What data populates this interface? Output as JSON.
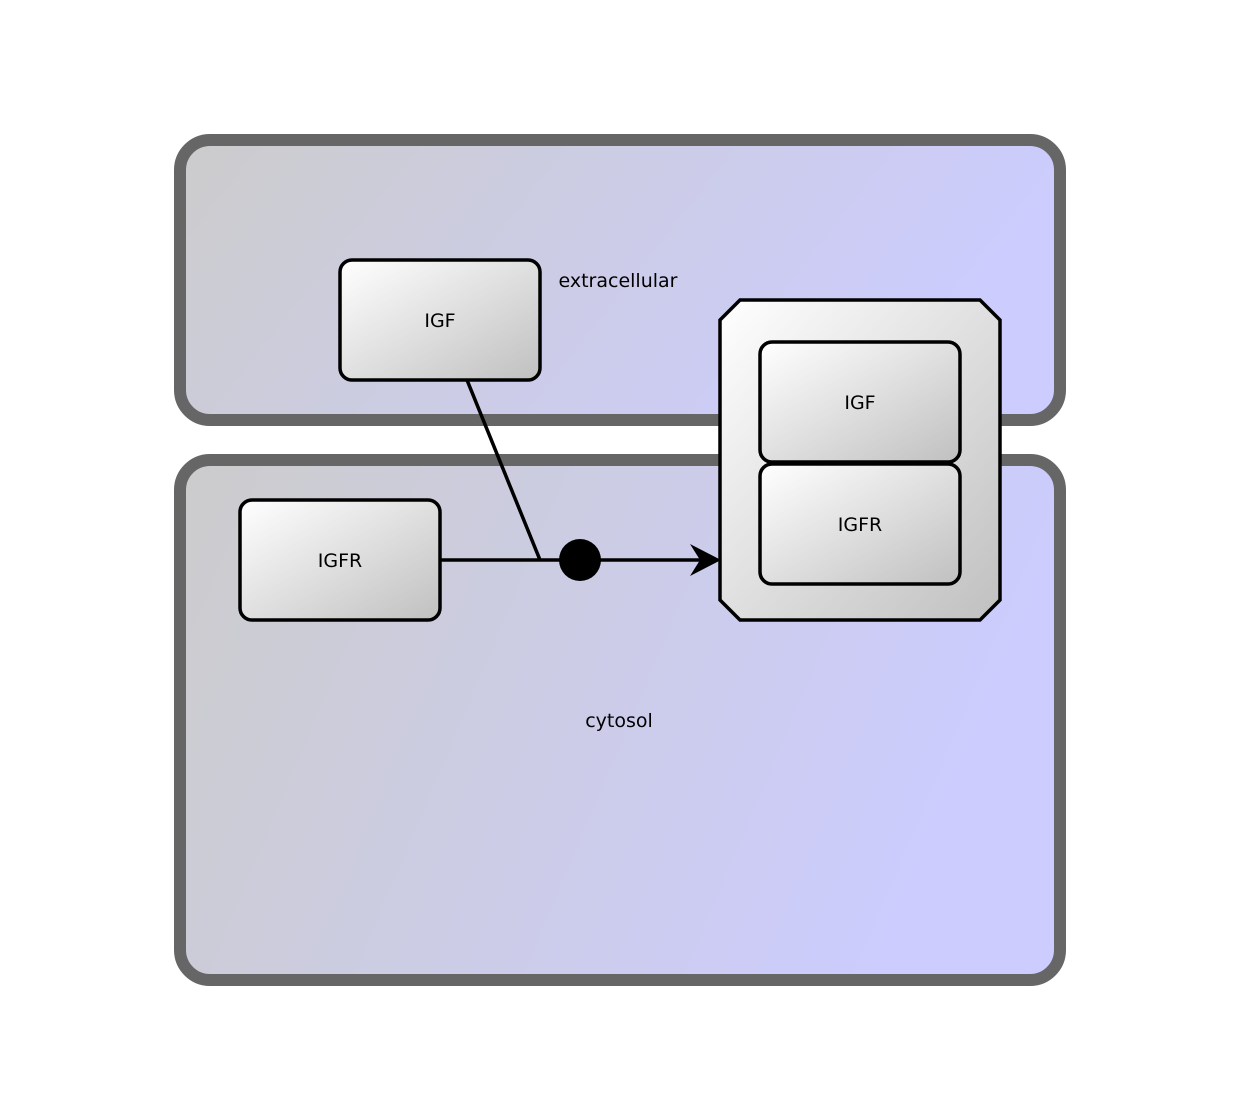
{
  "diagram": {
    "type": "SBGN process description",
    "compartments": [
      {
        "id": "extracellular",
        "label": "extracellular"
      },
      {
        "id": "cytosol",
        "label": "cytosol"
      }
    ],
    "nodes": {
      "igf": {
        "label": "IGF",
        "class": "macromolecule",
        "compartment": "extracellular"
      },
      "igfr": {
        "label": "IGFR",
        "class": "macromolecule",
        "compartment": "cytosol"
      },
      "complex": {
        "class": "complex",
        "members": [
          {
            "label": "IGF",
            "class": "macromolecule"
          },
          {
            "label": "IGFR",
            "class": "macromolecule"
          }
        ]
      }
    },
    "process": {
      "class": "association",
      "inputs": [
        "IGF",
        "IGFR"
      ],
      "output": "complex"
    },
    "colors": {
      "compartment_border": "#666666",
      "compartment_fill_start": "#cccccc",
      "compartment_fill_end": "#ccccff",
      "node_fill_start": "#ffffff",
      "node_fill_end": "#c0c0c0",
      "stroke": "#000000",
      "background": "#ffffff"
    }
  }
}
